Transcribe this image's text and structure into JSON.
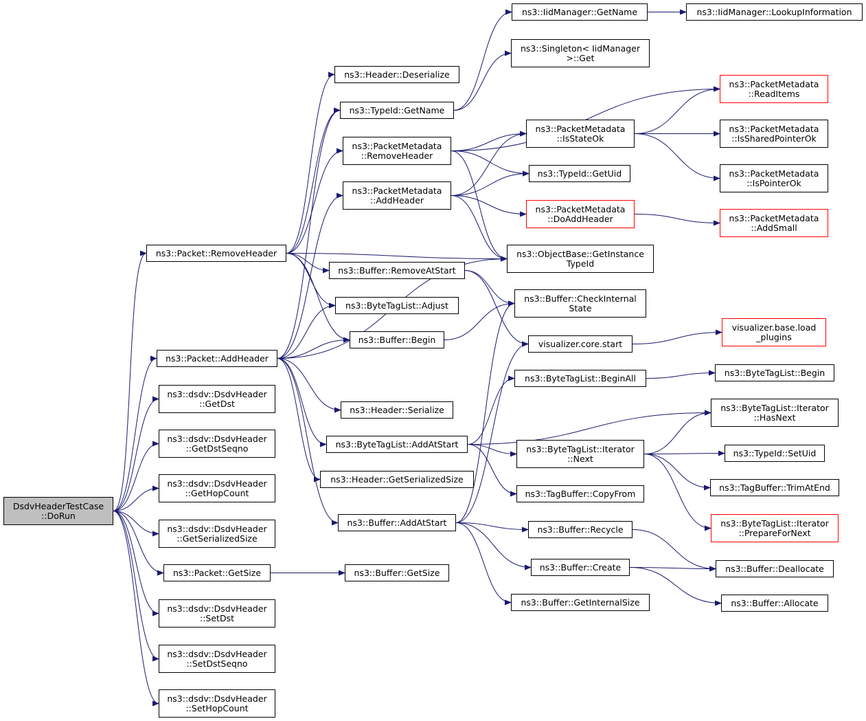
{
  "colors": {
    "edge": "#191970",
    "border": "#000000",
    "truncated_border": "#ff0000",
    "root_fill": "#bfbfbf"
  },
  "nodes": {
    "root": [
      "DsdvHeaderTestCase",
      "::DoRun"
    ],
    "packet_removeheader": [
      "ns3::Packet::RemoveHeader"
    ],
    "packet_addheader": [
      "ns3::Packet::AddHeader"
    ],
    "getdst": [
      "ns3::dsdv::DsdvHeader",
      "::GetDst"
    ],
    "getdstseqno": [
      "ns3::dsdv::DsdvHeader",
      "::GetDstSeqno"
    ],
    "gethopcount": [
      "ns3::dsdv::DsdvHeader",
      "::GetHopCount"
    ],
    "dsdv_getserializedsize": [
      "ns3::dsdv::DsdvHeader",
      "::GetSerializedSize"
    ],
    "packet_getsize": [
      "ns3::Packet::GetSize"
    ],
    "setdst": [
      "ns3::dsdv::DsdvHeader",
      "::SetDst"
    ],
    "setdstseqno": [
      "ns3::dsdv::DsdvHeader",
      "::SetDstSeqno"
    ],
    "sethopcount": [
      "ns3::dsdv::DsdvHeader",
      "::SetHopCount"
    ],
    "header_deserialize": [
      "ns3::Header::Deserialize"
    ],
    "typeid_getname": [
      "ns3::TypeId::GetName"
    ],
    "pm_removeheader": [
      "ns3::PacketMetadata",
      "::RemoveHeader"
    ],
    "pm_addheader": [
      "ns3::PacketMetadata",
      "::AddHeader"
    ],
    "buffer_removeatstart": [
      "ns3::Buffer::RemoveAtStart"
    ],
    "bytetaglist_adjust": [
      "ns3::ByteTagList::Adjust"
    ],
    "buffer_begin": [
      "ns3::Buffer::Begin"
    ],
    "header_serialize": [
      "ns3::Header::Serialize"
    ],
    "bytetaglist_addatstart": [
      "ns3::ByteTagList::AddAtStart"
    ],
    "header_getserializedsize": [
      "ns3::Header::GetSerializedSize"
    ],
    "buffer_addatstart": [
      "ns3::Buffer::AddAtStart"
    ],
    "buffer_getsize": [
      "ns3::Buffer::GetSize"
    ],
    "iid_getname": [
      "ns3::IidManager::GetName"
    ],
    "iid_lookup": [
      "ns3::IidManager::LookupInformation"
    ],
    "singleton_get": [
      "ns3::Singleton< IidManager",
      ">::Get"
    ],
    "pm_readitems": [
      "ns3::PacketMetadata",
      "::ReadItems"
    ],
    "pm_isstateok": [
      "ns3::PacketMetadata",
      "::IsStateOk"
    ],
    "typeid_getuid": [
      "ns3::TypeId::GetUid"
    ],
    "pm_doaddheader": [
      "ns3::PacketMetadata",
      "::DoAddHeader"
    ],
    "objectbase_getinstancetypeid": [
      "ns3::ObjectBase::GetInstance",
      "TypeId"
    ],
    "buffer_checkinternalstate": [
      "ns3::Buffer::CheckInternal",
      "State"
    ],
    "viz_core_start": [
      "visualizer.core.start"
    ],
    "bytetaglist_beginall": [
      "ns3::ByteTagList::BeginAll"
    ],
    "iterator_next": [
      "ns3::ByteTagList::Iterator",
      "::Next"
    ],
    "tagbuffer_copyfrom": [
      "ns3::TagBuffer::CopyFrom"
    ],
    "buffer_recycle": [
      "ns3::Buffer::Recycle"
    ],
    "buffer_create": [
      "ns3::Buffer::Create"
    ],
    "buffer_getinternalsize": [
      "ns3::Buffer::GetInternalSize"
    ],
    "pm_issharedpointerok": [
      "ns3::PacketMetadata",
      "::IsSharedPointerOk"
    ],
    "pm_ispointerok": [
      "ns3::PacketMetadata",
      "::IsPointerOk"
    ],
    "pm_addsmall": [
      "ns3::PacketMetadata",
      "::AddSmall"
    ],
    "viz_load_plugins": [
      "visualizer.base.load",
      "_plugins"
    ],
    "bytetaglist_begin": [
      "ns3::ByteTagList::Begin"
    ],
    "iterator_hasnext": [
      "ns3::ByteTagList::Iterator",
      "::HasNext"
    ],
    "typeid_setuid": [
      "ns3::TypeId::SetUid"
    ],
    "tagbuffer_trimatend": [
      "ns3::TagBuffer::TrimAtEnd"
    ],
    "iterator_preparefornext": [
      "ns3::ByteTagList::Iterator",
      "::PrepareForNext"
    ],
    "buffer_deallocate": [
      "ns3::Buffer::Deallocate"
    ],
    "buffer_allocate": [
      "ns3::Buffer::Allocate"
    ]
  },
  "truncated_nodes": [
    "pm_readitems",
    "pm_doaddheader",
    "pm_addsmall",
    "viz_load_plugins",
    "iterator_preparefornext"
  ],
  "edges": [
    [
      "root",
      "packet_removeheader"
    ],
    [
      "root",
      "packet_addheader"
    ],
    [
      "root",
      "getdst"
    ],
    [
      "root",
      "getdstseqno"
    ],
    [
      "root",
      "gethopcount"
    ],
    [
      "root",
      "dsdv_getserializedsize"
    ],
    [
      "root",
      "packet_getsize"
    ],
    [
      "root",
      "setdst"
    ],
    [
      "root",
      "setdstseqno"
    ],
    [
      "root",
      "sethopcount"
    ],
    [
      "packet_removeheader",
      "header_deserialize"
    ],
    [
      "packet_removeheader",
      "typeid_getname"
    ],
    [
      "packet_removeheader",
      "pm_removeheader"
    ],
    [
      "packet_removeheader",
      "objectbase_getinstancetypeid"
    ],
    [
      "packet_removeheader",
      "buffer_removeatstart"
    ],
    [
      "packet_removeheader",
      "bytetaglist_adjust"
    ],
    [
      "packet_removeheader",
      "buffer_begin"
    ],
    [
      "packet_addheader",
      "typeid_getname"
    ],
    [
      "packet_addheader",
      "pm_addheader"
    ],
    [
      "packet_addheader",
      "bytetaglist_adjust"
    ],
    [
      "packet_addheader",
      "buffer_begin"
    ],
    [
      "packet_addheader",
      "objectbase_getinstancetypeid"
    ],
    [
      "packet_addheader",
      "header_serialize"
    ],
    [
      "packet_addheader",
      "bytetaglist_addatstart"
    ],
    [
      "packet_addheader",
      "header_getserializedsize"
    ],
    [
      "packet_addheader",
      "buffer_addatstart"
    ],
    [
      "packet_getsize",
      "buffer_getsize"
    ],
    [
      "typeid_getname",
      "iid_getname"
    ],
    [
      "typeid_getname",
      "singleton_get"
    ],
    [
      "iid_getname",
      "iid_lookup"
    ],
    [
      "pm_removeheader",
      "pm_readitems"
    ],
    [
      "pm_removeheader",
      "pm_isstateok"
    ],
    [
      "pm_removeheader",
      "typeid_getuid"
    ],
    [
      "pm_removeheader",
      "objectbase_getinstancetypeid"
    ],
    [
      "pm_addheader",
      "pm_isstateok"
    ],
    [
      "pm_addheader",
      "typeid_getuid"
    ],
    [
      "pm_addheader",
      "pm_doaddheader"
    ],
    [
      "pm_addheader",
      "objectbase_getinstancetypeid"
    ],
    [
      "pm_isstateok",
      "pm_readitems"
    ],
    [
      "pm_isstateok",
      "pm_issharedpointerok"
    ],
    [
      "pm_isstateok",
      "pm_ispointerok"
    ],
    [
      "pm_doaddheader",
      "pm_addsmall"
    ],
    [
      "buffer_removeatstart",
      "buffer_checkinternalstate"
    ],
    [
      "buffer_removeatstart",
      "viz_core_start"
    ],
    [
      "buffer_begin",
      "buffer_checkinternalstate"
    ],
    [
      "viz_core_start",
      "viz_load_plugins"
    ],
    [
      "bytetaglist_addatstart",
      "bytetaglist_beginall"
    ],
    [
      "bytetaglist_addatstart",
      "iterator_hasnext"
    ],
    [
      "bytetaglist_addatstart",
      "iterator_next"
    ],
    [
      "bytetaglist_addatstart",
      "tagbuffer_copyfrom"
    ],
    [
      "bytetaglist_beginall",
      "bytetaglist_begin"
    ],
    [
      "iterator_next",
      "iterator_hasnext"
    ],
    [
      "iterator_next",
      "typeid_setuid"
    ],
    [
      "iterator_next",
      "tagbuffer_trimatend"
    ],
    [
      "iterator_next",
      "iterator_preparefornext"
    ],
    [
      "buffer_addatstart",
      "buffer_checkinternalstate"
    ],
    [
      "buffer_addatstart",
      "viz_core_start"
    ],
    [
      "buffer_addatstart",
      "buffer_recycle"
    ],
    [
      "buffer_addatstart",
      "buffer_create"
    ],
    [
      "buffer_addatstart",
      "buffer_getinternalsize"
    ],
    [
      "buffer_recycle",
      "buffer_deallocate"
    ],
    [
      "buffer_create",
      "buffer_deallocate"
    ],
    [
      "buffer_create",
      "buffer_allocate"
    ]
  ]
}
